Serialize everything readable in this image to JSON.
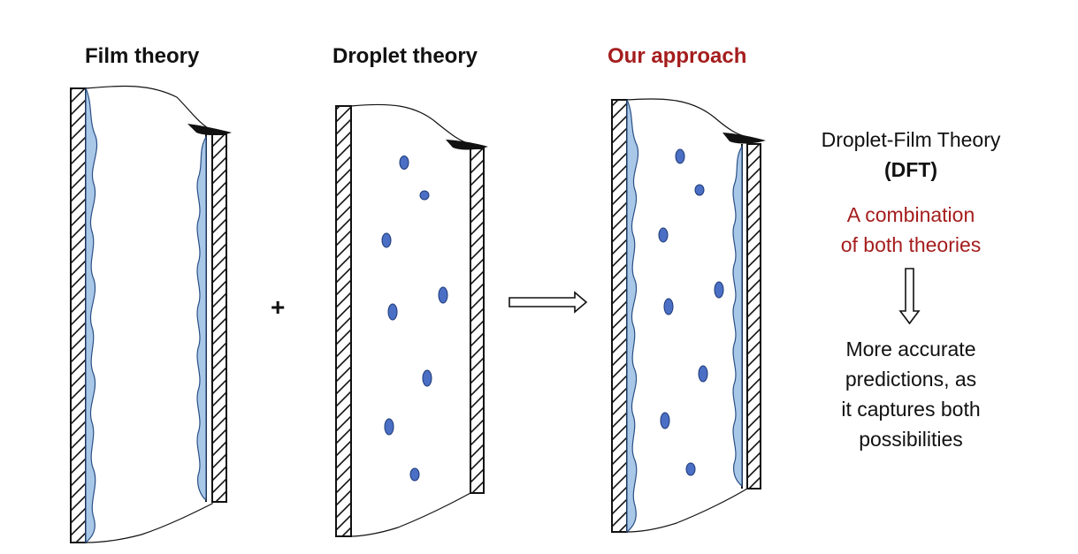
{
  "titles": {
    "film": "Film theory",
    "droplet": "Droplet theory",
    "ours": "Our approach"
  },
  "plus": "+",
  "side": {
    "name": "Droplet-Film Theory",
    "abbr": "(DFT)",
    "combination_line1": "A combination",
    "combination_line2": "of both theories",
    "result_line1": "More accurate",
    "result_line2": "predictions, as",
    "result_line3": "it captures both",
    "result_line4": "possibilities"
  },
  "colors": {
    "accent": "#a51d1d",
    "film_fill": "#a9c8e8",
    "droplet": "#4a6fc4",
    "line": "#111111"
  }
}
